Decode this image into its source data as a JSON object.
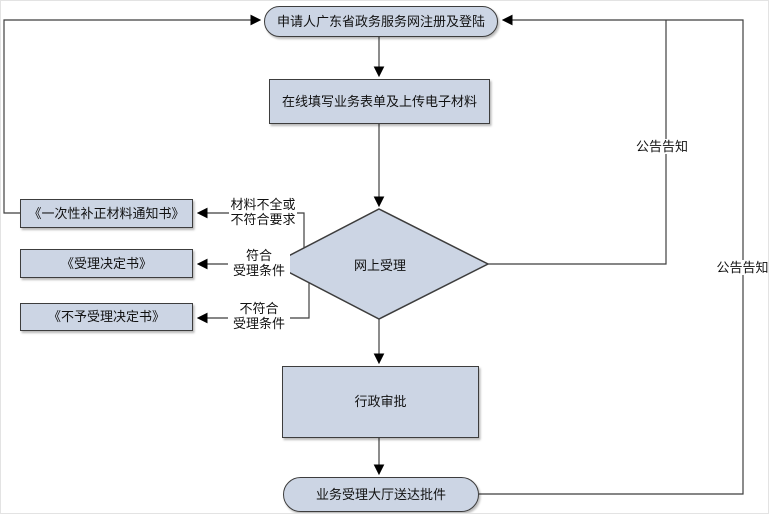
{
  "diagram": {
    "nodes": {
      "register": {
        "label": "申请人广东省政务服务网注册及登陆"
      },
      "online_form": {
        "label": "在线填写业务表单及上传电子材料"
      },
      "online_acceptance": {
        "label": "网上受理"
      },
      "supplement_notice": {
        "label": "《一次性补正材料通知书》"
      },
      "acceptance_decision": {
        "label": "《受理决定书》"
      },
      "rejection_decision": {
        "label": "《不予受理决定书》"
      },
      "admin_approval": {
        "label": "行政审批"
      },
      "hall_delivery": {
        "label": "业务受理大厅送达批件"
      }
    },
    "edge_labels": {
      "incomplete": "材料不全或\n不符合要求",
      "qualified": "符合\n受理条件",
      "unqualified": "不符合\n受理条件",
      "announce_online": "公告告知",
      "announce_delivery": "公告告知"
    },
    "colors": {
      "node_fill": "#ccd5e4",
      "node_border": "#3d3d3d",
      "line": "#3f3f3f",
      "arrow": "#000000",
      "text": "#111111",
      "background": "#ffffff"
    }
  }
}
